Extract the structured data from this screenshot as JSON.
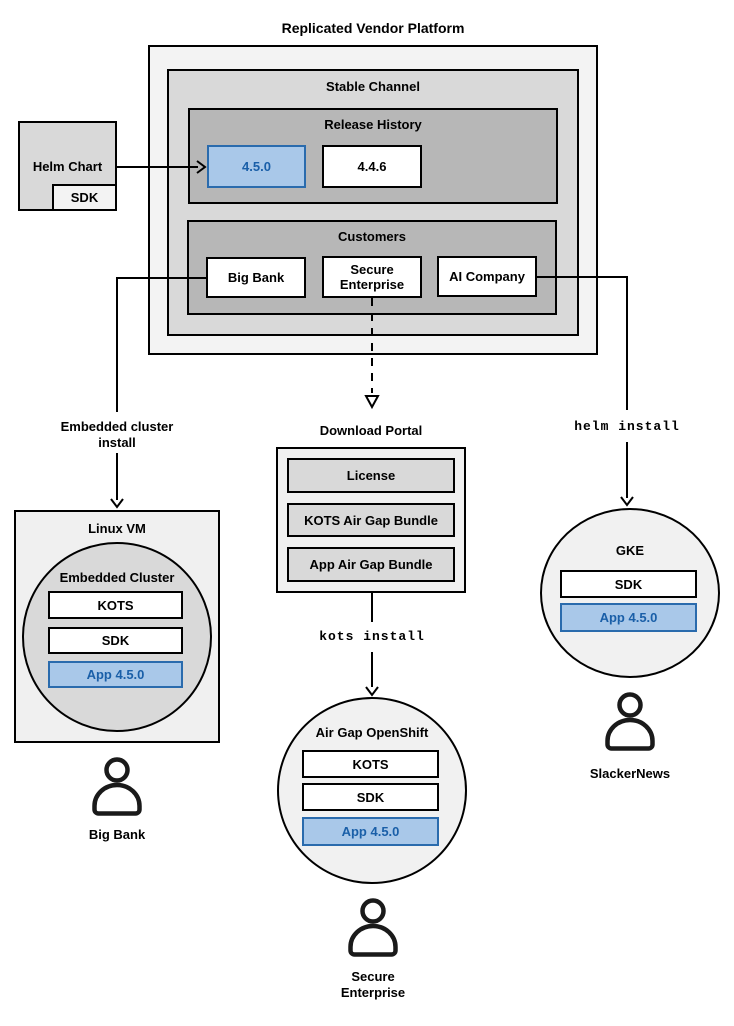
{
  "colors": {
    "blue_fill": "#a9c8e9",
    "blue_border": "#2a6bad",
    "blue_text": "#1a5fa8",
    "gray_light": "#f3f3f3",
    "gray_vlight": "#f1f1f1",
    "gray_mid": "#d9d9d9",
    "gray_dark": "#b7b7b7"
  },
  "platform": {
    "title": "Replicated Vendor Platform",
    "channel": {
      "title": "Stable Channel"
    },
    "release_history": {
      "title": "Release History",
      "releases": [
        {
          "version": "4.5.0",
          "highlighted": true
        },
        {
          "version": "4.4.6",
          "highlighted": false
        }
      ]
    },
    "customers": {
      "title": "Customers",
      "items": [
        {
          "name": "Big Bank"
        },
        {
          "name": "Secure Enterprise"
        },
        {
          "name": "AI Company"
        }
      ]
    }
  },
  "helm_chart": {
    "label": "Helm Chart",
    "sdk": "SDK"
  },
  "flows": {
    "left": {
      "edge_label": "Embedded cluster install",
      "vm": {
        "title": "Linux VM",
        "cluster": {
          "title": "Embedded Cluster",
          "components": [
            "KOTS",
            "SDK",
            "App 4.5.0"
          ]
        }
      },
      "user": "Big Bank"
    },
    "middle": {
      "portal": {
        "title": "Download Portal",
        "items": [
          "License",
          "KOTS Air Gap Bundle",
          "App Air Gap Bundle"
        ]
      },
      "edge_label": "kots install",
      "cluster": {
        "title": "Air Gap OpenShift",
        "components": [
          "KOTS",
          "SDK",
          "App 4.5.0"
        ]
      },
      "user": "Secure Enterprise"
    },
    "right": {
      "edge_label": "helm install",
      "cluster": {
        "title": "GKE",
        "components": [
          "SDK",
          "App 4.5.0"
        ]
      },
      "user": "SlackerNews"
    }
  }
}
